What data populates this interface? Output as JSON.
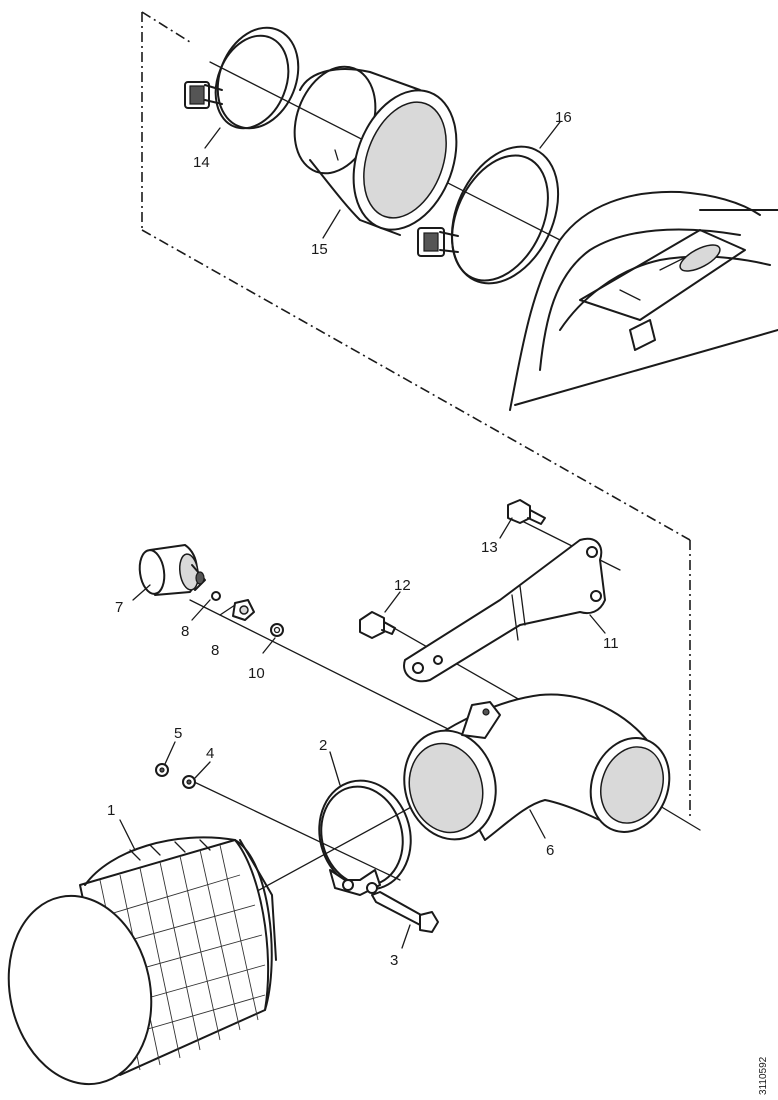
{
  "figure_code": "3110592",
  "callouts": [
    {
      "id": "1",
      "text": "1"
    },
    {
      "id": "2",
      "text": "2"
    },
    {
      "id": "3",
      "text": "3"
    },
    {
      "id": "4",
      "text": "4"
    },
    {
      "id": "5",
      "text": "5"
    },
    {
      "id": "6",
      "text": "6"
    },
    {
      "id": "7",
      "text": "7"
    },
    {
      "id": "8a",
      "text": "8"
    },
    {
      "id": "8b",
      "text": "8"
    },
    {
      "id": "10",
      "text": "10"
    },
    {
      "id": "11",
      "text": "11"
    },
    {
      "id": "12",
      "text": "12"
    },
    {
      "id": "13",
      "text": "13"
    },
    {
      "id": "14",
      "text": "14"
    },
    {
      "id": "15",
      "text": "15"
    },
    {
      "id": "16",
      "text": "16"
    }
  ]
}
